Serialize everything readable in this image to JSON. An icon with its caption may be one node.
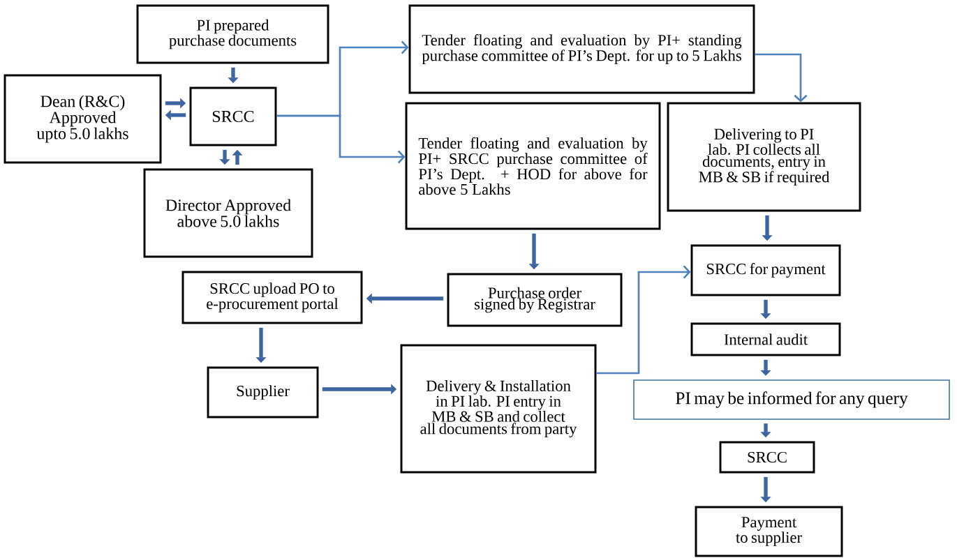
{
  "diagram": {
    "nodes": [
      {
        "text": [
          "PI prepared purchase documents"
        ]
      },
      {
        "text": [
          "Dean (R&C) Approved upto 5.0 lakhs"
        ]
      },
      {
        "text": [
          "SRCC"
        ]
      },
      {
        "text": [
          "Director Approved above 5.0 lakhs"
        ]
      },
      {
        "text": [
          "Tender floating and evaluation by PI+ standing purchase committee of PI’s Dept. for up to 5 Lakhs"
        ]
      },
      {
        "text": [
          "Tender floating and evaluation by PI+ SRCC purchase committee of PI’s Dept. + HOD for above for above 5 Lakhs"
        ]
      },
      {
        "text": [
          "Delivering to PI lab. PI collects all documents, entry in MB & SB if required"
        ]
      },
      {
        "text": [
          "Purchase order signed by Registrar"
        ]
      },
      {
        "text": [
          "SRCC upload PO to e-procurement portal"
        ]
      },
      {
        "text": [
          "Supplier"
        ]
      },
      {
        "text": [
          "Delivery & Installation in PI lab. PI entry in MB & SB and collect all documents from party"
        ]
      },
      {
        "text": [
          "SRCC for payment"
        ]
      },
      {
        "text": [
          "Internal audit"
        ]
      },
      {
        "text": [
          "PI may be informed for any query"
        ]
      },
      {
        "text": [
          "SRCC"
        ]
      },
      {
        "text": [
          "Payment to supplier"
        ]
      }
    ],
    "edges": [
      {
        "from": 0,
        "to": 2,
        "arrow": "to"
      },
      {
        "from": 1,
        "to": 2,
        "arrow": "to"
      },
      {
        "from": 2,
        "to": 1,
        "arrow": "to"
      },
      {
        "from": 2,
        "to": 3,
        "arrow": "to"
      },
      {
        "from": 3,
        "to": 2,
        "arrow": "to"
      },
      {
        "from": 2,
        "to": 4,
        "arrow": "to",
        "color": "#4f81bd"
      },
      {
        "from": 2,
        "to": 5,
        "arrow": "to",
        "color": "#4f81bd"
      },
      {
        "from": 4,
        "to": 6,
        "arrow": "to",
        "color": "#4f81bd"
      },
      {
        "from": 6,
        "to": 11,
        "arrow": "to"
      },
      {
        "from": 5,
        "to": 7,
        "arrow": "to"
      },
      {
        "from": 7,
        "to": 8,
        "arrow": "to"
      },
      {
        "from": 8,
        "to": 9,
        "arrow": "to"
      },
      {
        "from": 9,
        "to": 10,
        "arrow": "to"
      },
      {
        "from": 10,
        "to": 11,
        "arrow": "to",
        "color": "#4f81bd"
      },
      {
        "from": 11,
        "to": 12,
        "arrow": "to"
      },
      {
        "from": 12,
        "to": 13,
        "arrow": "to"
      },
      {
        "from": 13,
        "to": 14,
        "arrow": "to"
      },
      {
        "from": 14,
        "to": 15,
        "arrow": "to"
      }
    ]
  }
}
